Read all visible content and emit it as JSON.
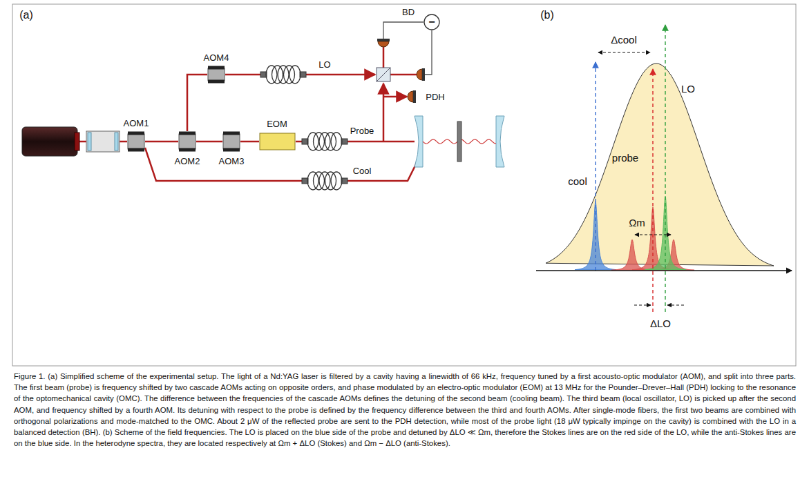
{
  "diagram": {
    "caption": "Figure 1. (a) Simplified scheme of the experimental setup. The light of a Nd:YAG laser is filtered by a cavity having a linewidth of 66 kHz, frequency tuned by a first acousto-optic modulator (AOM), and split into three parts. The first beam (probe) is frequency shifted by two cascade AOMs acting on opposite orders, and phase modulated by an electro-optic modulator (EOM) at 13 MHz for the Pounder–Drever–Hall (PDH) locking to the resonance of the optomechanical cavity (OMC). The difference between the frequencies of the cascade AOMs defines the detuning of the second beam (cooling beam). The third beam (local oscillator, LO) is picked up after the second AOM, and frequency shifted by a fourth AOM. Its detuning with respect to the probe is defined by the frequency difference between the third and fourth AOMs. After single-mode fibers, the first two beams are combined with orthogonal polarizations and mode-matched to the OMC. About 2 μW of the reflected probe are sent to the PDH detection, while most of the probe light (18 μW typically impinge on the cavity) is combined with the LO in a balanced detection (BH). (b) Scheme of the field frequencies. The LO is placed on the blue side of the probe and detuned by ΔLO ≪ Ωm, therefore the Stokes lines are on the red side of the LO, while the anti-Stokes lines are on the blue side. In the heterodyne spectra, they are located respectively at Ωm + ΔLO (Stokes) and Ωm − ΔLO (anti-Stokes).",
    "nodes": [
      {
        "text": [
          "AOM1"
        ]
      },
      {
        "text": [
          "AOM2"
        ]
      },
      {
        "text": [
          "AOM3"
        ]
      },
      {
        "text": [
          "EOM"
        ]
      },
      {
        "text": [
          "AOM4"
        ]
      },
      {
        "text": [
          "BD",
          "−"
        ]
      }
    ],
    "edges": [
      {
        "from": 0,
        "to": 1,
        "arrow": "none"
      },
      {
        "from": 1,
        "to": 2,
        "arrow": "none"
      },
      {
        "from": 2,
        "to": 3,
        "arrow": "none"
      },
      {
        "from": 1,
        "to": 4,
        "arrow": "none"
      }
    ],
    "labels": [
      "(a)",
      "LO",
      "Probe",
      "Cool",
      "PDH",
      "(b)",
      "Δcool",
      "LO",
      "probe",
      "cool",
      "Ωm",
      "ΔLO"
    ]
  }
}
